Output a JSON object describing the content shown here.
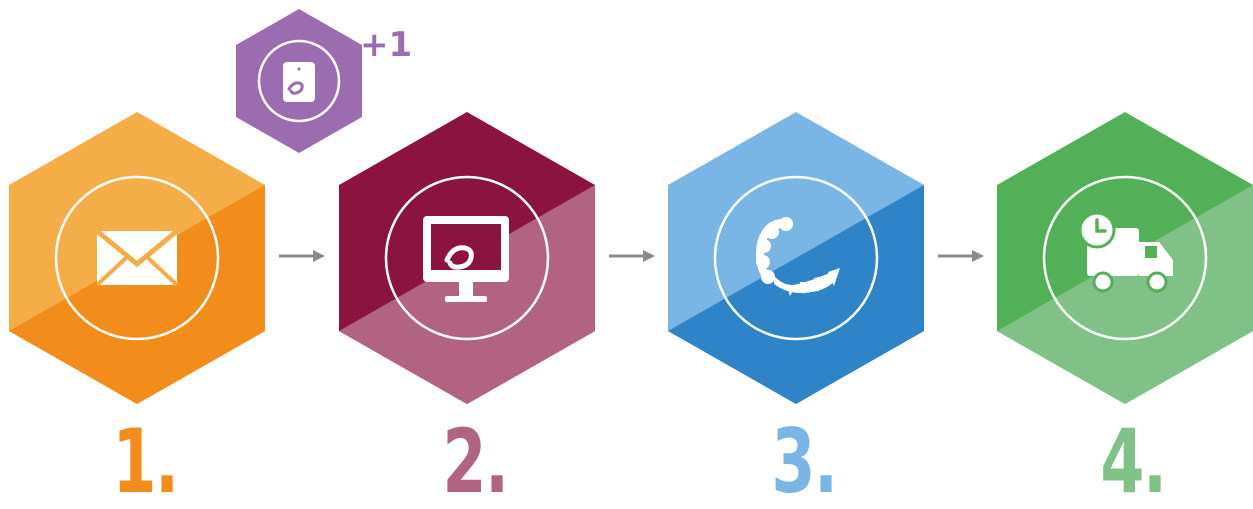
{
  "steps": [
    {
      "number": "1.",
      "icon": "envelope-icon",
      "color_top": "#f5ad47",
      "color_bottom": "#f28c1a"
    },
    {
      "number": "2.",
      "icon": "monitor-icon",
      "color_top": "#8a1340",
      "color_bottom": "#b36382"
    },
    {
      "number": "3.",
      "icon": "dental-aligner-icon",
      "color_top": "#79b6e5",
      "color_bottom": "#2f84c8"
    },
    {
      "number": "4.",
      "icon": "delivery-truck-icon",
      "color_top": "#52b157",
      "color_bottom": "#7fc186"
    }
  ],
  "extra": {
    "badge": "+1",
    "icon": "scan-kit-icon",
    "color": "#9b6db0"
  },
  "arrow_color": "#8a8a8a"
}
